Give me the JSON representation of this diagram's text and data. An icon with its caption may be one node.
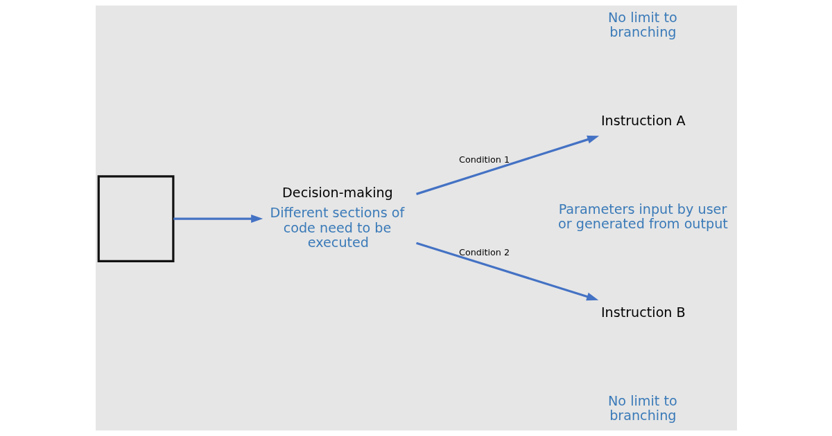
{
  "diagram": {
    "nodes": [
      {
        "text": [],
        "shape": "box"
      },
      {
        "text": [
          "Decision-making"
        ],
        "beside": [
          "Different sections of code need to be executed"
        ]
      },
      {
        "text": [
          "Instruction A"
        ]
      },
      {
        "text": [
          "Instruction B"
        ]
      }
    ],
    "edges": [
      {
        "from": 0,
        "to": 1,
        "arrow": "to"
      },
      {
        "from": 1,
        "to": 2,
        "arrow": "to",
        "label": "Condition 1"
      },
      {
        "from": 1,
        "to": 3,
        "arrow": "to",
        "label": "Condition 2"
      }
    ],
    "labels": [
      "No limit to branching",
      "Parameters input by user or generated from output",
      "No limit to branching"
    ]
  }
}
